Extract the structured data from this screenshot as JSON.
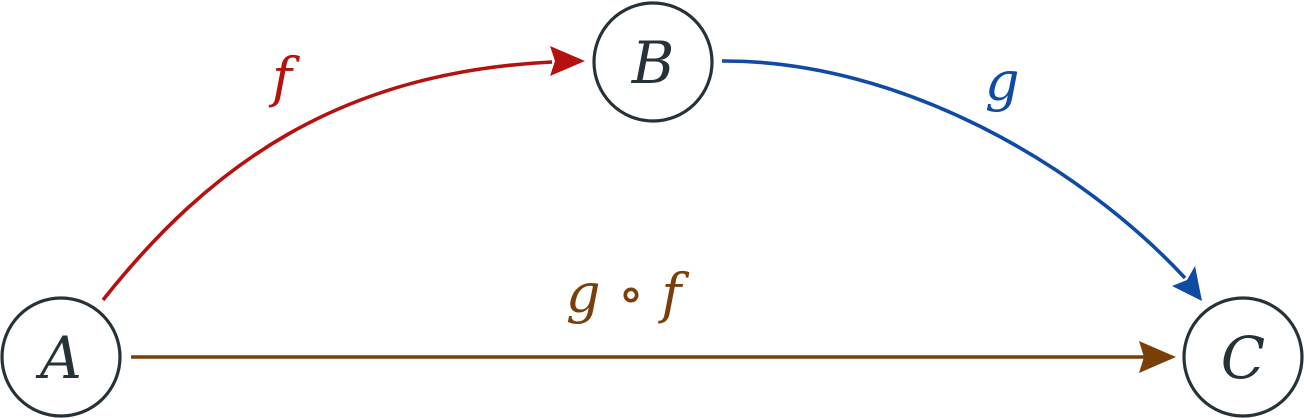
{
  "nodes": {
    "a": {
      "label": "A"
    },
    "b": {
      "label": "B"
    },
    "c": {
      "label": "C"
    }
  },
  "edges": {
    "f": {
      "label": "f",
      "color": "#b5120f"
    },
    "g": {
      "label": "g",
      "color": "#0f4aa3"
    },
    "gf": {
      "label": "g ∘ f",
      "color": "#7a3e08"
    }
  },
  "colors": {
    "node_stroke": "#263238",
    "node_text": "#263238"
  }
}
